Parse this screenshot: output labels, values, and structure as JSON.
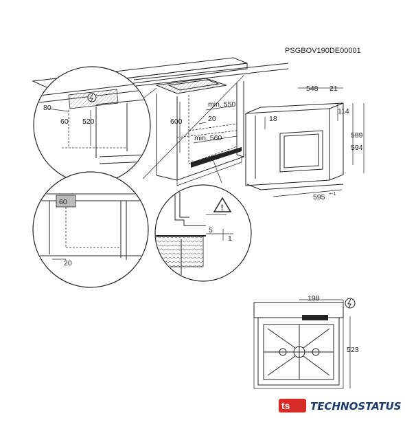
{
  "model_code": "PSGBOV190DE00001",
  "brand": {
    "name": "TECHNOSTATUS",
    "logo_color": "#d62a24",
    "text_color": "#1a3a6b"
  },
  "colors": {
    "line": "#222222",
    "hatch": "#cfcfcf"
  },
  "icons": {
    "power": "power-plug-icon",
    "warning": "warning-triangle-icon"
  },
  "dimensions": {
    "d80": "80",
    "d60a": "60",
    "d520": "520",
    "d600": "600",
    "min550": "min. 550",
    "d20a": "20",
    "min560": "min. 560",
    "d548": "548",
    "d21": "21",
    "d18": "18",
    "d114": "114",
    "d589": "589",
    "d594": "594",
    "d595": "595",
    "d595tol": "+-1",
    "d60b": "60",
    "d20b": "20",
    "d5": "5",
    "d1": "1",
    "d198": "198",
    "d523": "523"
  }
}
